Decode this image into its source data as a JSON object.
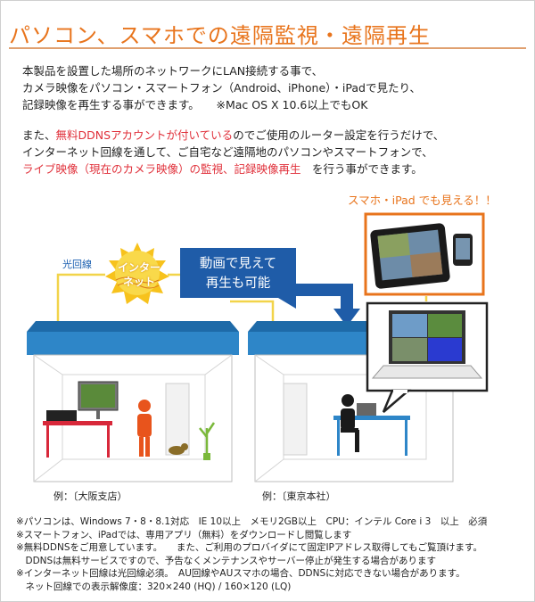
{
  "title": "パソコン、スマホでの遠隔監視・遠隔再生",
  "intro": {
    "lines": [
      "本製品を設置した場所のネットワークにLAN接続する事で、",
      "カメラ映像をパソコン・スマートフォン（Android、iPhone）・iPadで見たり、",
      "記録映像を再生する事ができます。　　※Mac OS X 10.6以上でもOK"
    ]
  },
  "second": {
    "l1_pre": "また、",
    "l1_red": "無料DDNSアカウントが付いている",
    "l1_post": "のでご使用のルーター設定を行うだけで、",
    "l2": "インターネット回線を通して、ご自宅など遠隔地のパソコンやスマートフォンで、",
    "l3_red": "ライブ映像（現在のカメラ映像）の監視、記録映像再生",
    "l3_post": "　を行う事ができます。"
  },
  "diagram": {
    "smartphone_callout": "スマホ・iPad でも見える！！",
    "bubble_line1": "動画で見えて",
    "bubble_line2": "再生も可能",
    "fiber_label": "光回線",
    "internet_line1": "インター",
    "internet_line2": "ネット",
    "caption_left": "例：〔大阪支店）",
    "caption_right": "例：〔東京本社）",
    "colors": {
      "accent": "#e8741c",
      "blue": "#1f5ca8",
      "roof": "#2e86c8",
      "red": "#e0303a"
    }
  },
  "notes": [
    "※パソコンは、Windows 7・8・8.1対応　IE 10以上　メモリ2GB以上　CPU：インテル Core i 3　以上　必須",
    "※スマートフォン、iPadでは、専用アプリ（無料）をダウンロードし閲覧します",
    "※無料DDNSをご用意しています。　　また、ご利用のプロバイダにて固定IPアドレス取得してもご覧頂けます。",
    "　DDNSは無料サービスですので、予告なくメンテナンスやサーバー停止が発生する場合があります",
    "※インターネット回線は光回線必須。　AU回線やAUスマホの場合、DDNSに対応できない場合があります。",
    "　ネット回線での表示解像度：320×240 (HQ) / 160×120 (LQ)"
  ]
}
